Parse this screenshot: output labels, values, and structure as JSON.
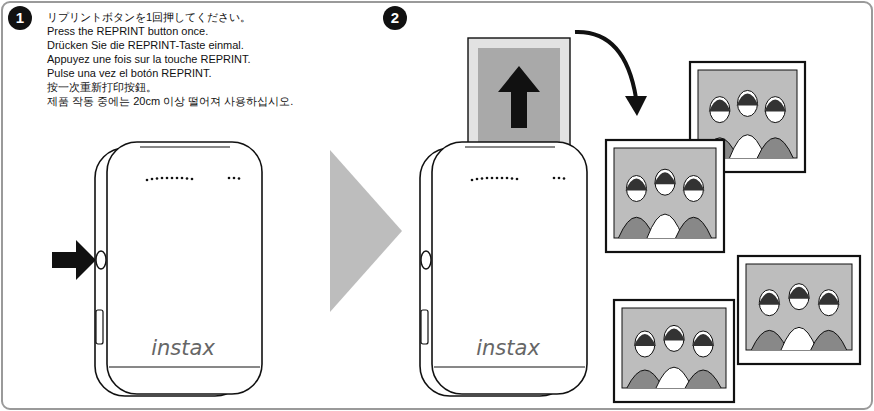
{
  "diagram": {
    "labels": [
      "1",
      "リプリントボタンを1回押してください。",
      "Press the REPRINT button once.",
      "Drücken Sie die REPRINT-Taste einmal.",
      "Appuyez une fois sur la touche REPRINT.",
      "Pulse una vez el botón REPRINT.",
      "按一次重新打印按鈕。",
      "제품 작동 중에는 20cm 이상 떨어져 사용하십시오.",
      "2",
      "instax",
      "instax"
    ]
  }
}
